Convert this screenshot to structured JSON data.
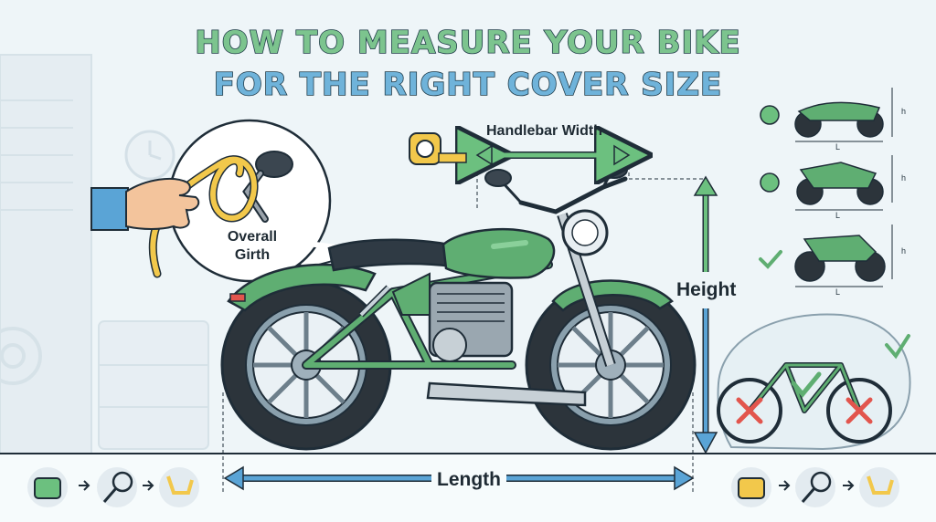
{
  "title": {
    "line1": "HOW TO MEASURE YOUR BIKE",
    "line2": "FOR THE RIGHT COVER SIZE"
  },
  "labels": {
    "handlebar_width": "Handlebar Width",
    "height": "Height",
    "length": "Length",
    "overall_girth_line1": "Overall",
    "overall_girth_line2": "Girth"
  },
  "thumbnails": {
    "height_mark": "h",
    "length_mark": "L"
  },
  "colors": {
    "bike_green": "#5fae72",
    "arrow_green": "#6cc07f",
    "arrow_blue": "#5aa4d6",
    "outline": "#1f2d38"
  }
}
